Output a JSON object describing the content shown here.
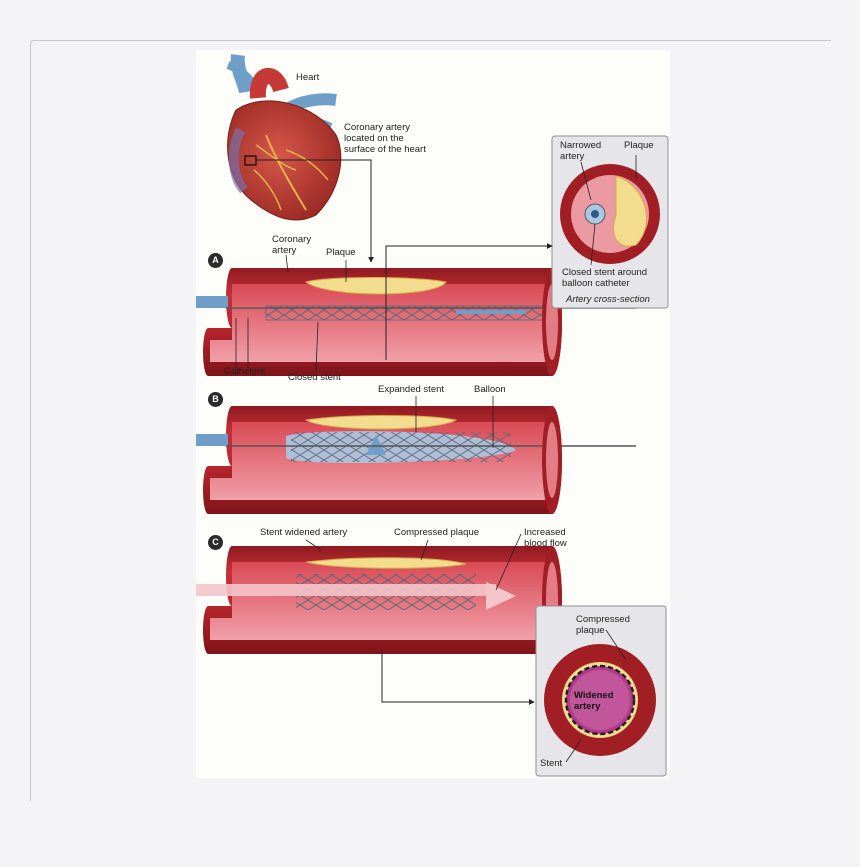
{
  "labels": {
    "heart": "Heart",
    "coronary_surface": "Coronary artery\nlocated on the\nsurface of the heart",
    "coronary_artery": "Coronary\nartery",
    "plaque_a": "Plaque",
    "narrowed_artery": "Narrowed\nartery",
    "plaque_cs": "Plaque",
    "closed_stent_balloon": "Closed stent around\nballoon catheter",
    "cross_section": "Artery cross-section",
    "catheters": "Catheters",
    "closed_stent": "Closed stent",
    "expanded_stent": "Expanded stent",
    "balloon": "Balloon",
    "stent_widened": "Stent widened artery",
    "compressed_plaque_c": "Compressed plaque",
    "increased_flow": "Increased\nblood flow",
    "compressed_plaque_cs": "Compressed\nplaque",
    "widened_artery": "Widened\nartery",
    "stent": "Stent"
  },
  "markers": {
    "a": "A",
    "b": "B",
    "c": "C"
  },
  "colors": {
    "artery": "#b8262d",
    "artery_dark": "#8e1a20",
    "artery_light": "#e9808a",
    "plaque": "#f2dc8e",
    "stent": "#8a96a6",
    "balloon": "#a9c8e2",
    "vein": "#6f9fc8"
  }
}
